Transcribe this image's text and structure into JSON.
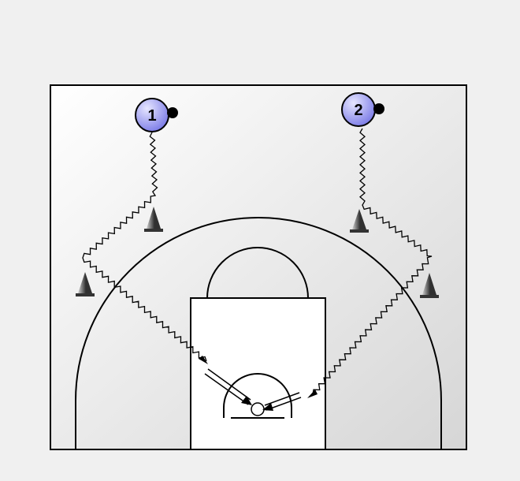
{
  "colors": {
    "page_background": "#f0f0f0",
    "court_light": "#ffffff",
    "court_dark": "#d6d6d6",
    "lines": "#000000",
    "player_fill_light": "#e6e6ff",
    "player_fill_dark": "#7a7ae6",
    "ball": "#000000",
    "cone_light": "#d0d0d0",
    "cone_dark": "#303030"
  },
  "players": [
    {
      "id": "player-1",
      "label": "1",
      "has_ball": true
    },
    {
      "id": "player-2",
      "label": "2",
      "has_ball": true
    }
  ],
  "cones": [
    {
      "id": "cone-left-elbow"
    },
    {
      "id": "cone-left-wing"
    },
    {
      "id": "cone-right-elbow"
    },
    {
      "id": "cone-right-wing"
    }
  ],
  "movements": [
    {
      "id": "dribble-path-player-1",
      "type": "dribble",
      "player": "1"
    },
    {
      "id": "dribble-path-player-2",
      "type": "dribble",
      "player": "2"
    },
    {
      "id": "shot-player-1",
      "type": "shot",
      "player": "1"
    },
    {
      "id": "shot-player-2",
      "type": "shot",
      "player": "2"
    }
  ]
}
